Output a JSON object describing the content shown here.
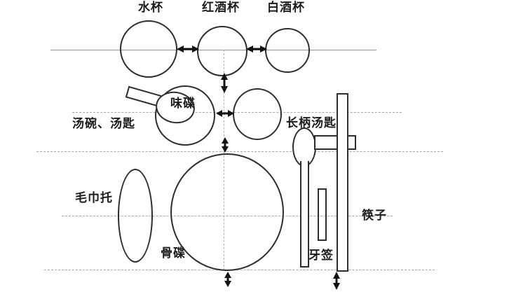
{
  "diagram": {
    "description": "Chinese banquet table place-setting layout diagram",
    "colors": {
      "background": "#ffffff",
      "shape_stroke": "#2d2d2d",
      "guide_line": "#a6a6a6",
      "arrow": "#121212",
      "label_text": "#1b1b1b"
    },
    "labels": {
      "water_cup": "水杯",
      "red_wine_cup": "红酒杯",
      "white_wine_cup": "白酒杯",
      "sauce_dish": "味碟",
      "soup_bowl_spoon": "汤碗、汤匙",
      "long_handle_spoon": "长柄汤匙",
      "towel_holder": "毛巾托",
      "bone_plate": "骨碟",
      "toothpick": "牙签",
      "chopsticks": "筷子"
    }
  }
}
